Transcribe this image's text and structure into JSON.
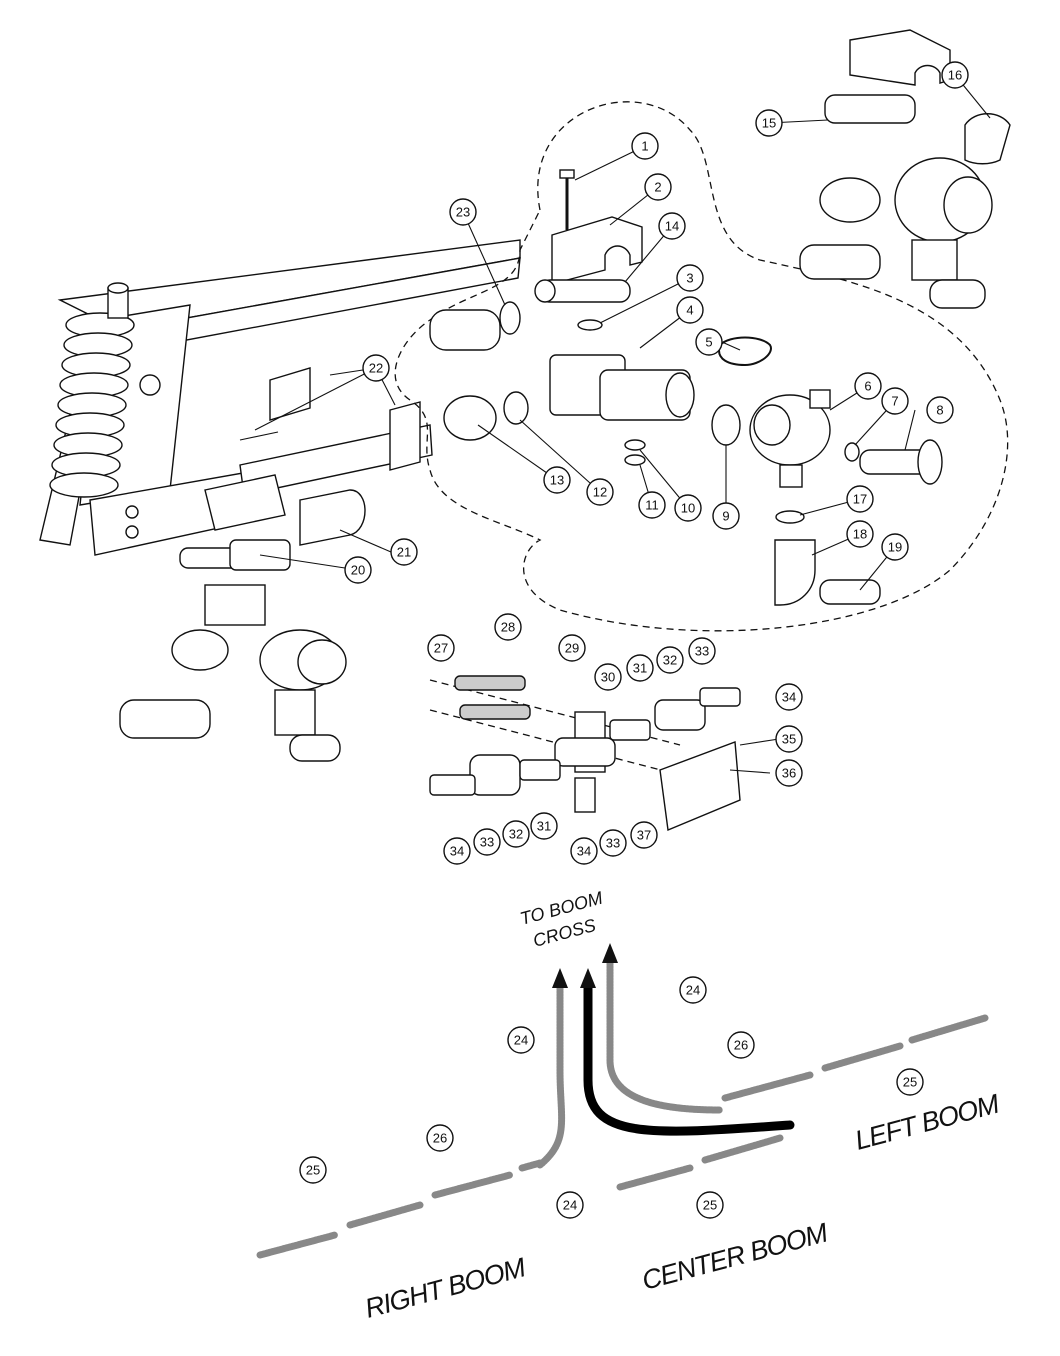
{
  "callouts": [
    "1",
    "2",
    "3",
    "4",
    "5",
    "6",
    "7",
    "8",
    "9",
    "10",
    "11",
    "12",
    "13",
    "14",
    "15",
    "16",
    "17",
    "18",
    "19",
    "20",
    "21",
    "22",
    "23",
    "24",
    "25",
    "26",
    "27",
    "28",
    "29",
    "30",
    "31",
    "32",
    "33",
    "34",
    "35",
    "36",
    "37"
  ],
  "labels": {
    "to_boom_cross_line1": "TO BOOM",
    "to_boom_cross_line2": "CROSS",
    "right_boom": "RIGHT BOOM",
    "center_boom": "CENTER BOOM",
    "left_boom": "LEFT BOOM"
  }
}
